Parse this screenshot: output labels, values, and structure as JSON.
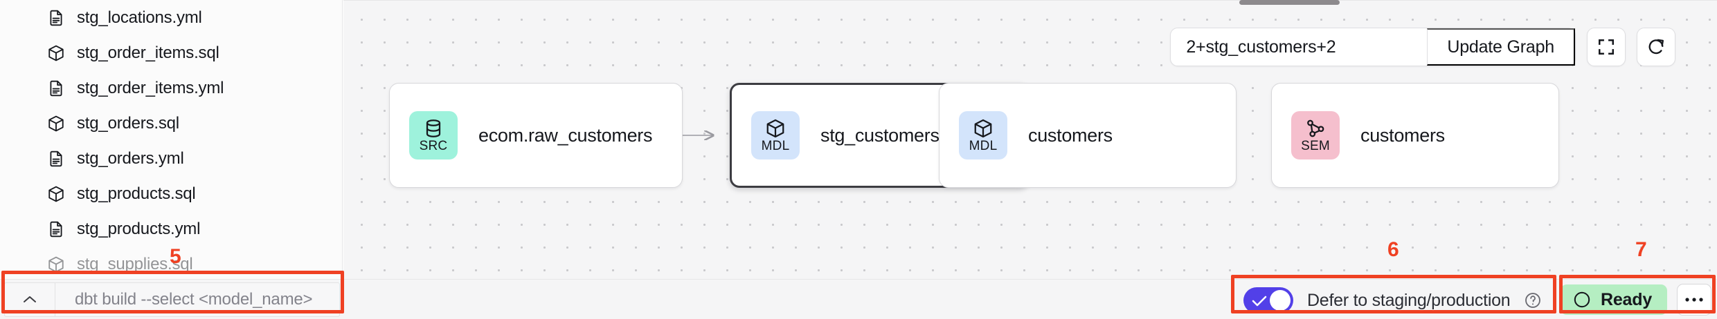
{
  "sidebar": {
    "files": [
      {
        "name": "stg_locations.yml",
        "icon": "yml-file-icon",
        "partial": false
      },
      {
        "name": "stg_order_items.sql",
        "icon": "sql-model-icon",
        "partial": false
      },
      {
        "name": "stg_order_items.yml",
        "icon": "yml-file-icon",
        "partial": false
      },
      {
        "name": "stg_orders.sql",
        "icon": "sql-model-icon",
        "partial": false
      },
      {
        "name": "stg_orders.yml",
        "icon": "yml-file-icon",
        "partial": false
      },
      {
        "name": "stg_products.sql",
        "icon": "sql-model-icon",
        "partial": false
      },
      {
        "name": "stg_products.yml",
        "icon": "yml-file-icon",
        "partial": false
      },
      {
        "name": "stg_supplies.sql",
        "icon": "sql-model-icon",
        "partial": true
      }
    ]
  },
  "graph": {
    "toolbar": {
      "selector_value": "2+stg_customers+2",
      "selector_placeholder": "2+stg_customers+2",
      "update_label": "Update Graph",
      "fullscreen_icon": "fullscreen-icon",
      "refresh_icon": "refresh-icon"
    },
    "nodes": [
      {
        "badge": "SRC",
        "badge_icon": "database-icon",
        "label": "ecom.raw_customers",
        "type": "source",
        "selected": false
      },
      {
        "badge": "MDL",
        "badge_icon": "cube-icon",
        "label": "stg_customers",
        "type": "model",
        "selected": true
      },
      {
        "badge": "MDL",
        "badge_icon": "cube-icon",
        "label": "customers",
        "type": "model",
        "selected": false
      },
      {
        "badge": "SEM",
        "badge_icon": "network-icon",
        "label": "customers",
        "type": "semantic",
        "selected": false
      }
    ]
  },
  "bottombar": {
    "collapse_icon": "chevron-up-icon",
    "command_placeholder": "dbt build --select <model_name>",
    "command_value": "",
    "defer_label": "Defer to staging/production",
    "defer_enabled": true,
    "defer_help_icon": "help-circle-icon",
    "status_label": "Ready",
    "status_icon": "status-circle-icon",
    "more_icon": "ellipsis-icon"
  },
  "annotations": {
    "items": [
      {
        "number": "5"
      },
      {
        "number": "6"
      },
      {
        "number": "7"
      }
    ],
    "color": "#ef4123"
  },
  "colors": {
    "accent_purple": "#5240e8",
    "status_green": "#b5eec2",
    "badge_src": "#9ef2dc",
    "badge_mdl": "#d3e4fb",
    "badge_sem": "#f5bfcd",
    "annotation_red": "#ef4123"
  }
}
